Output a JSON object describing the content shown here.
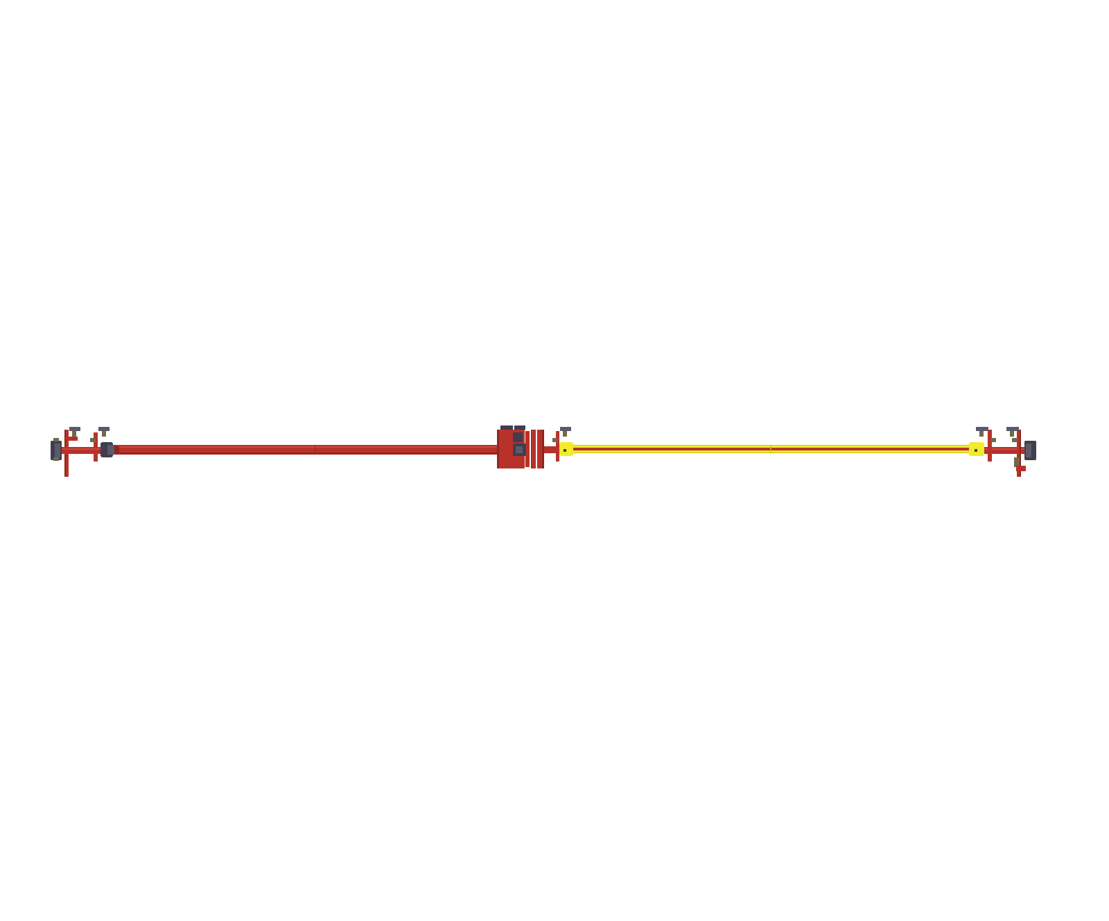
{
  "scene": {
    "background": "#ffffff",
    "view": "3d-model-viewport"
  },
  "palette": {
    "red_part": "#b8322a",
    "red_dark": "#8e2520",
    "red_light": "#c9473d",
    "dark_part": "#3f3d4e",
    "dark_part_light": "#5b5a6a",
    "olive_part": "#6e6a4a",
    "yellow_part": "#f2ec2a",
    "yellow_dark": "#c9c21a"
  },
  "parts": [
    {
      "name": "left-end-bearing-assembly",
      "color": "red_part"
    },
    {
      "name": "left-drive-shaft",
      "color": "red_part"
    },
    {
      "name": "center-gearbox",
      "color": "red_part"
    },
    {
      "name": "right-drive-shaft",
      "color": "yellow_part"
    },
    {
      "name": "right-end-bearing-assembly",
      "color": "red_part"
    }
  ]
}
